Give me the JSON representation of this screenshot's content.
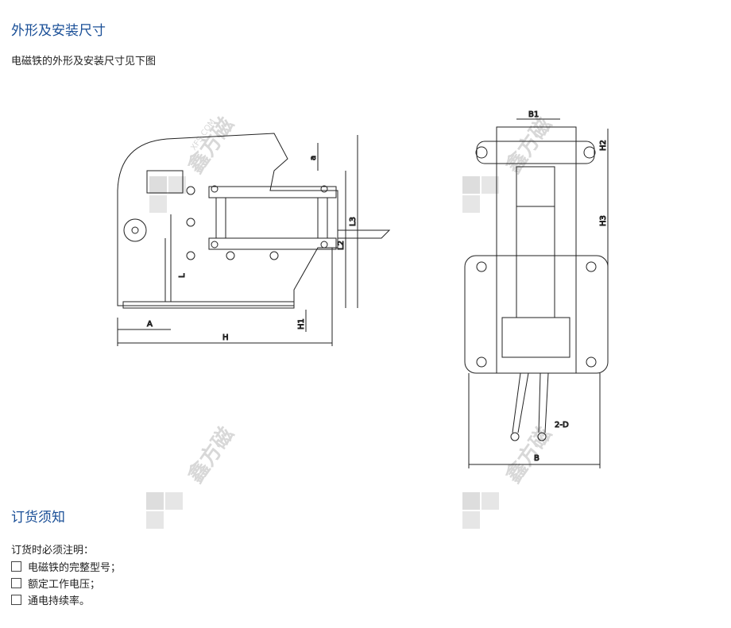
{
  "section1": {
    "title": "外形及安装尺寸",
    "intro": "电磁铁的外形及安装尺寸见下图"
  },
  "drawing": {
    "labels": {
      "a": "a",
      "L2": "L2",
      "L3": "L3",
      "L": "L",
      "A": "A",
      "H1": "H1",
      "H": "H",
      "B1": "B1",
      "H2": "H2",
      "H3": "H3",
      "D": "2-D",
      "B": "B"
    },
    "watermark": {
      "brand": "鑫方磁",
      "site": "XFS.COM"
    }
  },
  "section2": {
    "title": "订货须知",
    "intro": "订货时必须注明：",
    "items": [
      "电磁铁的完整型号；",
      "额定工作电压；",
      "通电持续率。"
    ]
  }
}
